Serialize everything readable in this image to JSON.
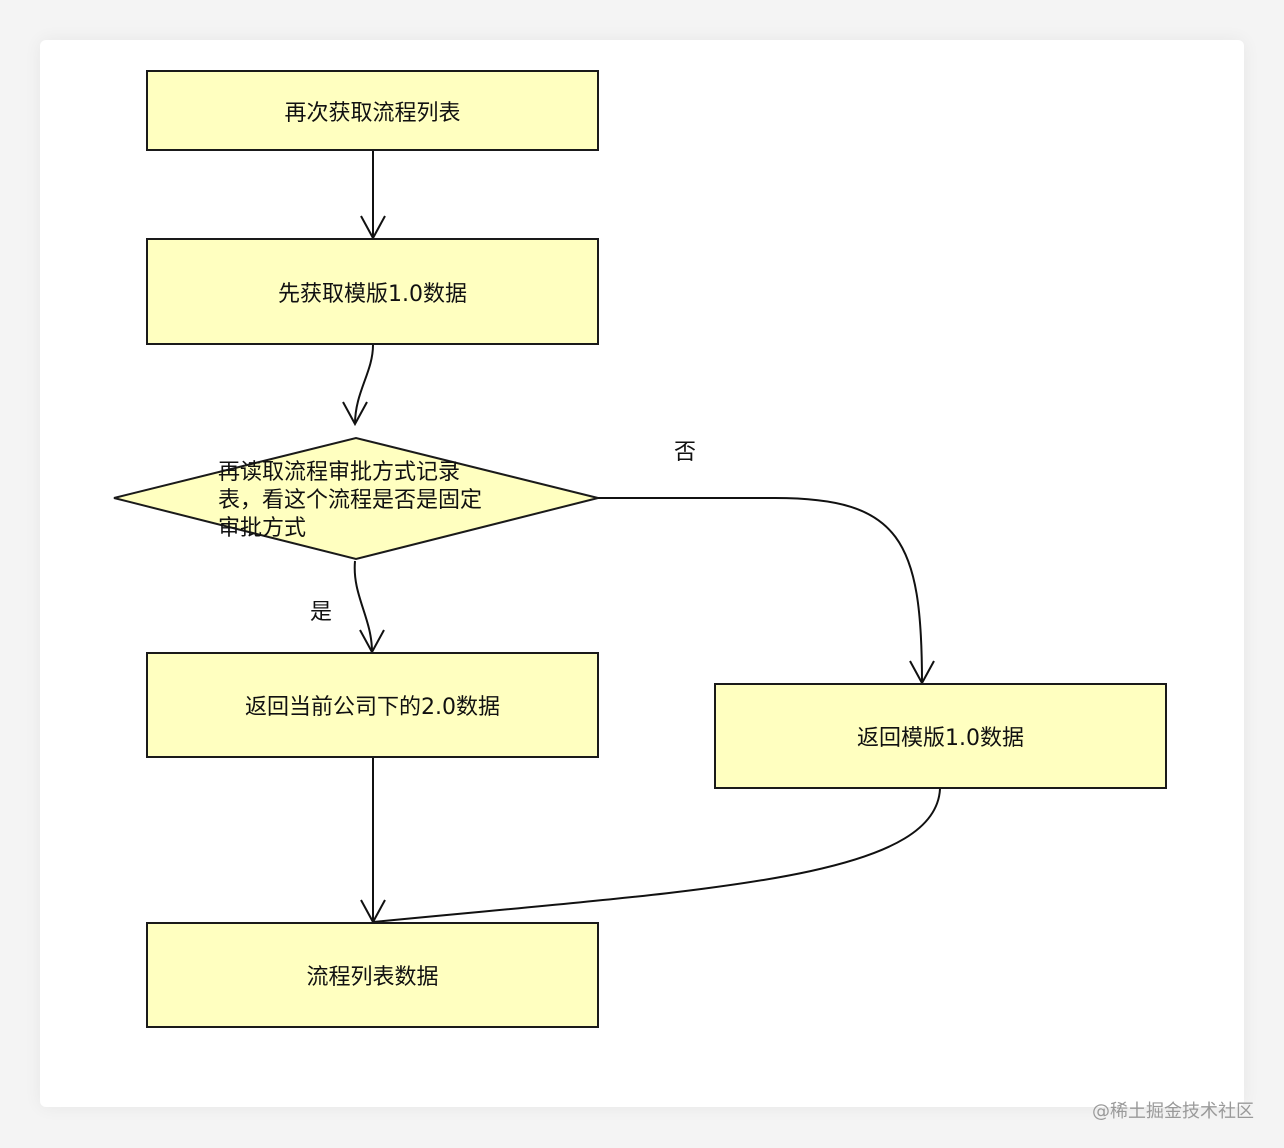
{
  "diagram": {
    "nodes": {
      "refetch_list": "再次获取流程列表",
      "fetch_template": "先获取模版1.0数据",
      "decision": "再读取流程审批方式记录表，看这个流程是否是固定审批方式",
      "return_company": "返回当前公司下的2.0数据",
      "return_template": "返回模版1.0数据",
      "list_data": "流程列表数据"
    },
    "edge_labels": {
      "yes": "是",
      "no": "否"
    }
  },
  "watermark": "@稀土掘金技术社区"
}
